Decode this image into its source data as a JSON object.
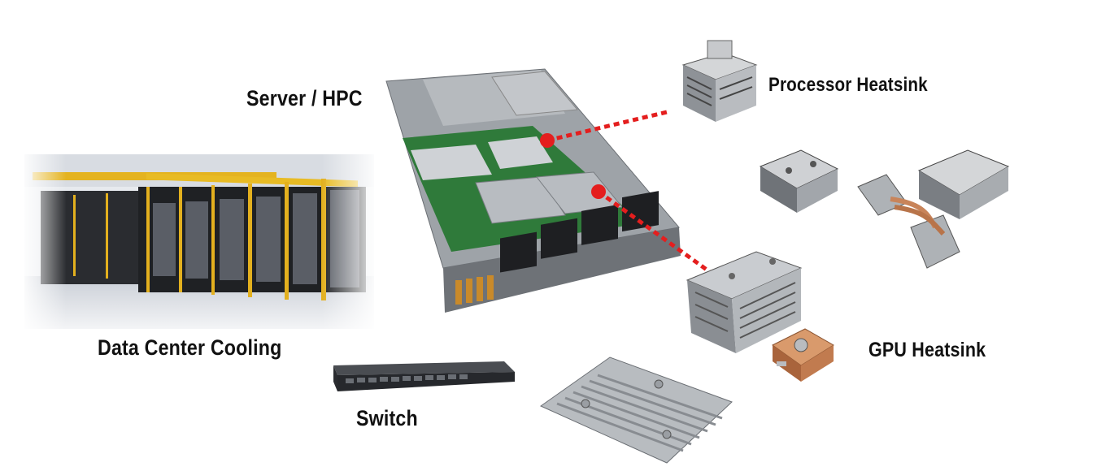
{
  "labels": {
    "server": "Server / HPC",
    "processor_heatsink": "Processor Heatsink",
    "data_center": "Data Center Cooling",
    "gpu_heatsink": "GPU Heatsink",
    "switch": "Switch"
  },
  "colors": {
    "connector": "#e41e1e",
    "text": "#111111",
    "rack_cable": "#e8b81a",
    "copper": "#c8845a"
  },
  "icons": [
    "data-center-image",
    "server-chassis-image",
    "processor-heatsink-image",
    "heatpipe-heatsink-image",
    "gpu-heatsink-image",
    "copper-coldplate-image",
    "switch-image",
    "vapor-chamber-heatsink-image"
  ]
}
